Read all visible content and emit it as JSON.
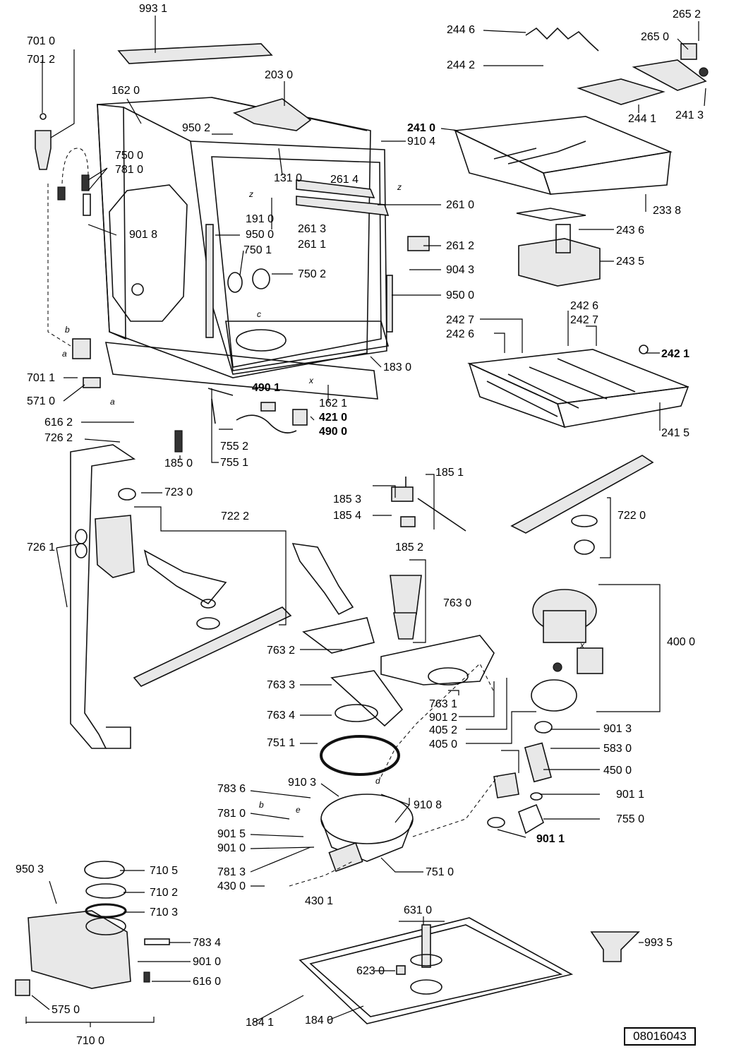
{
  "document_number": "08016043",
  "labels": [
    {
      "id": "l9931",
      "text": "993 1"
    },
    {
      "id": "l7010",
      "text": "701 0"
    },
    {
      "id": "l7012",
      "text": "701 2"
    },
    {
      "id": "l1620",
      "text": "162 0"
    },
    {
      "id": "l2030",
      "text": "203 0"
    },
    {
      "id": "l9502",
      "text": "950 2"
    },
    {
      "id": "l7500",
      "text": "750 0"
    },
    {
      "id": "l7810a",
      "text": "781 0"
    },
    {
      "id": "l1310",
      "text": "131 0"
    },
    {
      "id": "l2614",
      "text": "261 4"
    },
    {
      "id": "l9018",
      "text": "901 8"
    },
    {
      "id": "l1910",
      "text": "191 0"
    },
    {
      "id": "l9500a",
      "text": "950 0"
    },
    {
      "id": "l7501",
      "text": "750 1"
    },
    {
      "id": "l2613",
      "text": "261 3"
    },
    {
      "id": "l2611",
      "text": "261 1"
    },
    {
      "id": "l7502",
      "text": "750 2"
    },
    {
      "id": "l7011",
      "text": "701 1"
    },
    {
      "id": "l5710",
      "text": "571 0"
    },
    {
      "id": "l6162",
      "text": "616 2"
    },
    {
      "id": "l2446",
      "text": "244 6"
    },
    {
      "id": "l2652",
      "text": "265 2"
    },
    {
      "id": "l2650",
      "text": "265 0"
    },
    {
      "id": "l2442",
      "text": "244 2"
    },
    {
      "id": "l2413",
      "text": "241 3"
    },
    {
      "id": "l2441",
      "text": "244 1"
    },
    {
      "id": "l2410",
      "text": "241 0"
    },
    {
      "id": "l9104",
      "text": "910 4"
    },
    {
      "id": "l2610",
      "text": "261 0"
    },
    {
      "id": "l2338",
      "text": "233 8"
    },
    {
      "id": "l2436",
      "text": "243 6"
    },
    {
      "id": "l2612",
      "text": "261 2"
    },
    {
      "id": "l2435",
      "text": "243 5"
    },
    {
      "id": "l9043",
      "text": "904 3"
    },
    {
      "id": "l9500b",
      "text": "950 0"
    },
    {
      "id": "l2427a",
      "text": "242 7"
    },
    {
      "id": "l2426a",
      "text": "242 6"
    },
    {
      "id": "l2426b",
      "text": "242 6"
    },
    {
      "id": "l2427b",
      "text": "242 7"
    },
    {
      "id": "l2421",
      "text": "242 1"
    },
    {
      "id": "l1830",
      "text": "183 0"
    },
    {
      "id": "l4901",
      "text": "490 1"
    },
    {
      "id": "l1621",
      "text": "162 1"
    },
    {
      "id": "l4210",
      "text": "421 0"
    },
    {
      "id": "l4900",
      "text": "490 0"
    },
    {
      "id": "l2415",
      "text": "241 5"
    },
    {
      "id": "l7262",
      "text": "726 2"
    },
    {
      "id": "l7552",
      "text": "755 2"
    },
    {
      "id": "l1850",
      "text": "185 0"
    },
    {
      "id": "l7551",
      "text": "755 1"
    },
    {
      "id": "l1851",
      "text": "185 1"
    },
    {
      "id": "l7230",
      "text": "723 0"
    },
    {
      "id": "l1853",
      "text": "185 3"
    },
    {
      "id": "l7222",
      "text": "722 2"
    },
    {
      "id": "l1854",
      "text": "185 4"
    },
    {
      "id": "l7220",
      "text": "722 0"
    },
    {
      "id": "l7261",
      "text": "726 1"
    },
    {
      "id": "l1852",
      "text": "185 2"
    },
    {
      "id": "l7630",
      "text": "763 0"
    },
    {
      "id": "l4000",
      "text": "400 0"
    },
    {
      "id": "l7632",
      "text": "763 2"
    },
    {
      "id": "l7633",
      "text": "763 3"
    },
    {
      "id": "l7631",
      "text": "763 1"
    },
    {
      "id": "l9012",
      "text": "901 2"
    },
    {
      "id": "l7634",
      "text": "763 4"
    },
    {
      "id": "l4052",
      "text": "405 2"
    },
    {
      "id": "l9013",
      "text": "901 3"
    },
    {
      "id": "l7511",
      "text": "751 1"
    },
    {
      "id": "l4050",
      "text": "405 0"
    },
    {
      "id": "l5830",
      "text": "583 0"
    },
    {
      "id": "l4500",
      "text": "450 0"
    },
    {
      "id": "l7836",
      "text": "783 6"
    },
    {
      "id": "l9103",
      "text": "910 3"
    },
    {
      "id": "l9011a",
      "text": "901 1"
    },
    {
      "id": "l7810b",
      "text": "781 0"
    },
    {
      "id": "l9108",
      "text": "910 8"
    },
    {
      "id": "l7550",
      "text": "755 0"
    },
    {
      "id": "l9015",
      "text": "901 5"
    },
    {
      "id": "l9011b",
      "text": "901 1"
    },
    {
      "id": "l9010a",
      "text": "901 0"
    },
    {
      "id": "l9503",
      "text": "950 3"
    },
    {
      "id": "l7105",
      "text": "710 5"
    },
    {
      "id": "l7813",
      "text": "781 3"
    },
    {
      "id": "l7510",
      "text": "751 0"
    },
    {
      "id": "l7102",
      "text": "710 2"
    },
    {
      "id": "l4300",
      "text": "430 0"
    },
    {
      "id": "l4301",
      "text": "430 1"
    },
    {
      "id": "l7103",
      "text": "710 3"
    },
    {
      "id": "l6310",
      "text": "631 0"
    },
    {
      "id": "l7834",
      "text": "783 4"
    },
    {
      "id": "l9935",
      "text": "993 5"
    },
    {
      "id": "l9010b",
      "text": "901 0"
    },
    {
      "id": "l6230",
      "text": "623 0"
    },
    {
      "id": "l6160",
      "text": "616 0"
    },
    {
      "id": "l5750",
      "text": "575 0"
    },
    {
      "id": "l1841",
      "text": "184 1"
    },
    {
      "id": "l1840",
      "text": "184 0"
    },
    {
      "id": "l7100",
      "text": "710 0"
    }
  ],
  "markers": [
    "a",
    "b",
    "a",
    "b",
    "c",
    "x",
    "z",
    "z",
    "x",
    "d",
    "e",
    "b",
    "x"
  ]
}
